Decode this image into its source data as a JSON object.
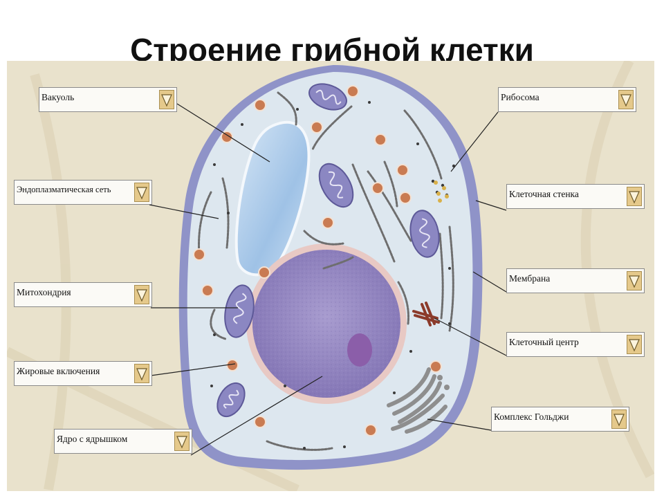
{
  "title": "Строение грибной клетки",
  "labels": {
    "vacuole": "Вакуоль",
    "er": "Эндоплазматическая сеть",
    "mitochondria": "Митохондрия",
    "fat": "Жировые включения",
    "nucleus": "Ядро с ядрышком",
    "ribosome": "Рибосома",
    "cell_wall": "Клеточная стенка",
    "membrane": "Мембрана",
    "centrosome": "Клеточный центр",
    "golgi": "Комплекс Гольджи"
  },
  "dropdown_icon": "triangle-down-icon",
  "colors": {
    "panel_background": "#e9e2cc",
    "cell_wall": "#8f93c8",
    "cytoplasm": "#dde7ef",
    "vacuole": "#a9c9ea",
    "nucleus": "#9a8fc4",
    "nucleolus": "#8b5ea9",
    "mitochondria": "#8b87c2",
    "fat_droplet": "#c97b52",
    "centrosome": "#8b3a2a",
    "golgi": "#8e8e8e",
    "dropdown": "#e5c98b"
  }
}
